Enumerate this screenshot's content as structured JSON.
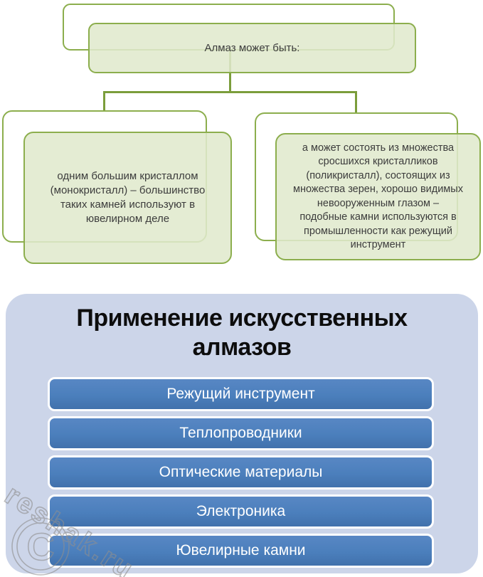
{
  "diagram": {
    "root_label": "Алмаз может быть:",
    "children": [
      {
        "text": "одним большим кристаллом (монокристалл) – большинство таких камней используют в ювелирном деле",
        "lines": [
          "одним большим кристаллом",
          "(монокристалл) – большинство",
          "таких камней используют в",
          "ювелирном деле"
        ]
      },
      {
        "text": "а может состоять из множества сросшихся кристалликов (поликристалл), состоящих из множества зерен, хорошо видимых невооруженным глазом – подобные камни используются в промышленности как режущий инструмент",
        "lines": [
          "а может состоять из множества",
          "сросшихся кристалликов",
          "(поликристалл), состоящих из",
          "множества зерен, хорошо видимых",
          "невооруженным глазом –",
          "подобные камни используются в",
          "промышленности как режущий",
          "инструмент"
        ]
      }
    ],
    "colors": {
      "box_border": "#8cae4d",
      "box_fill": "#e4edd6",
      "connector": "#7b9d3b",
      "text": "#3c3c3c"
    }
  },
  "panel": {
    "title": "Применение искусственных алмазов",
    "items": [
      "Режущий инструмент",
      "Теплопроводники",
      "Оптические материалы",
      "Электроника",
      "Ювелирные камни"
    ],
    "colors": {
      "background": "#ccd5e9",
      "bar": "#4b7fbc",
      "bar_border": "#ffffff",
      "bar_text": "#ffffff",
      "title_text": "#0d0d0d"
    }
  },
  "watermark": {
    "text": "reshak.ru",
    "symbol": "C",
    "color": "#8f8f8f"
  }
}
